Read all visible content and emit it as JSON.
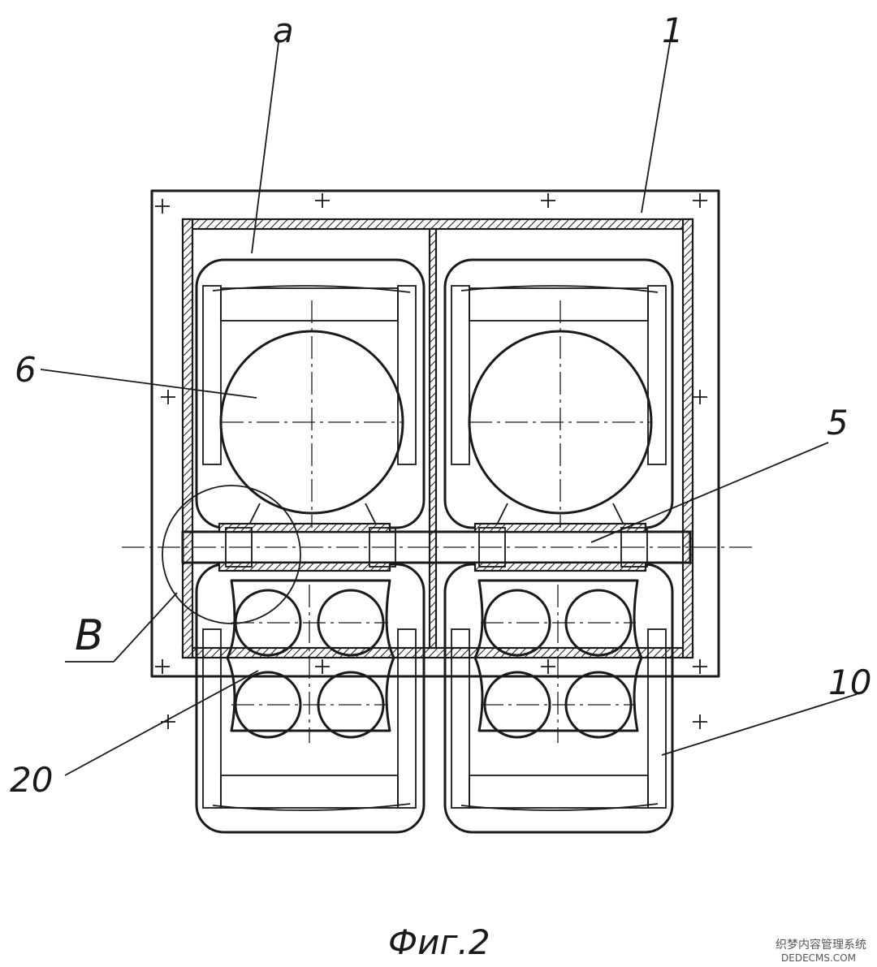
{
  "caption": "Фиг.2",
  "labels": {
    "a": "a",
    "one": "1",
    "six": "6",
    "five": "5",
    "b": "B",
    "twenty": "20",
    "ten": "10"
  },
  "watermark": {
    "line1": "织梦内容管理系统",
    "line2": "DEDECMS.COM"
  },
  "colors": {
    "ink": "#1a1a1a",
    "paper": "#ffffff"
  }
}
